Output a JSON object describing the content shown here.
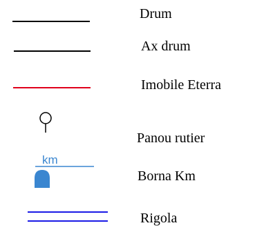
{
  "legend": {
    "items": [
      {
        "label": "Drum",
        "symbol": "black-line",
        "color": "#000000"
      },
      {
        "label": "Ax drum",
        "symbol": "black-line",
        "color": "#000000"
      },
      {
        "label": "Imobile Eterra",
        "symbol": "red-line",
        "color": "#e0001b"
      },
      {
        "label": "Panou rutier",
        "symbol": "road-sign-pin-icon",
        "color": "#000000"
      },
      {
        "label": "Borna Km",
        "symbol": "km-marker-icon",
        "color": "#3a86d0",
        "symbol_text": "km"
      },
      {
        "label": "Rigola",
        "symbol": "double-blue-line",
        "color": "#1a1ae6"
      }
    ]
  }
}
